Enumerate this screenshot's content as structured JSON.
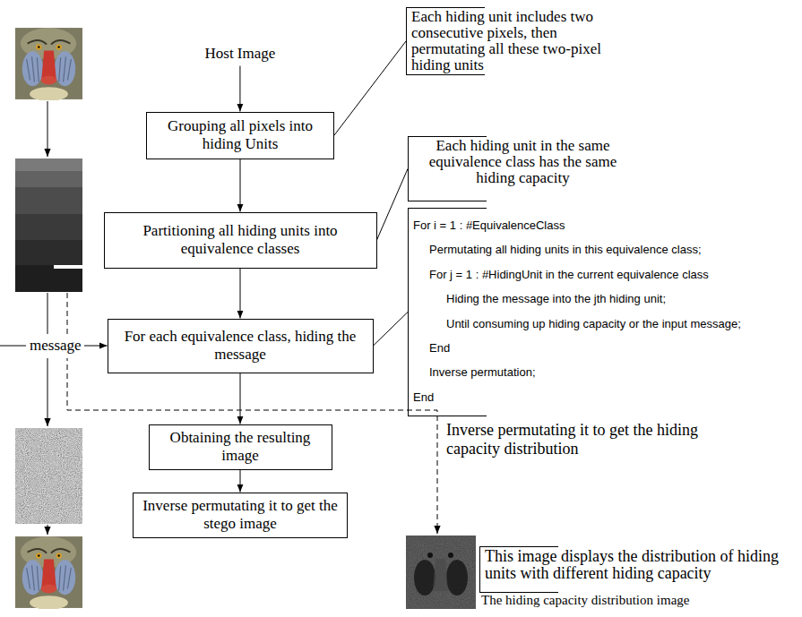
{
  "diagram": {
    "nodes": [
      {
        "text": [
          "Host Image"
        ]
      },
      {
        "text": [
          "Grouping all pixels into hiding Units"
        ]
      },
      {
        "text": [
          "Partitioning all hiding units into equivalence classes"
        ]
      },
      {
        "text": [
          "For each equivalence class, hiding the message"
        ]
      },
      {
        "text": [
          "Obtaining the resulting image"
        ]
      },
      {
        "text": [
          "Inverse permutating it to get the stego image"
        ]
      },
      {
        "text": [
          "message"
        ]
      },
      {
        "text": [
          "Each hiding unit includes two consecutive pixels, then permutating all these two-pixel hiding units"
        ]
      },
      {
        "text": [
          "Each hiding unit in the same equivalence class has the same hiding capacity"
        ]
      },
      {
        "text": [
          "For i = 1 : #EquivalenceClass",
          "Permutating all hiding units in this equivalence class;",
          "For j = 1 : #HidingUnit in the current equivalence class",
          "Hiding the message into the jth hiding unit;",
          "Until consuming up hiding capacity or the input message;",
          "End",
          "Inverse permutation;",
          "End"
        ]
      },
      {
        "text": [
          "This image displays the distribution of hiding units with different hiding capacity"
        ]
      }
    ],
    "edges": [
      {
        "from": 0,
        "to": 1,
        "arrow": "to"
      },
      {
        "from": 1,
        "to": 2,
        "arrow": "to"
      },
      {
        "from": 2,
        "to": 3,
        "arrow": "to"
      },
      {
        "from": 6,
        "to": 3,
        "arrow": "to"
      },
      {
        "from": 3,
        "to": 4,
        "arrow": "to"
      },
      {
        "from": 4,
        "to": 5,
        "arrow": "to"
      },
      {
        "from": 1,
        "to": 7,
        "arrow": "none"
      },
      {
        "from": 2,
        "to": 8,
        "arrow": "none"
      },
      {
        "from": 3,
        "to": 9,
        "arrow": "none"
      }
    ],
    "labels": [
      "Inverse permutating it to get the hiding capacity distribution",
      "The hiding capacity distribution image"
    ]
  }
}
